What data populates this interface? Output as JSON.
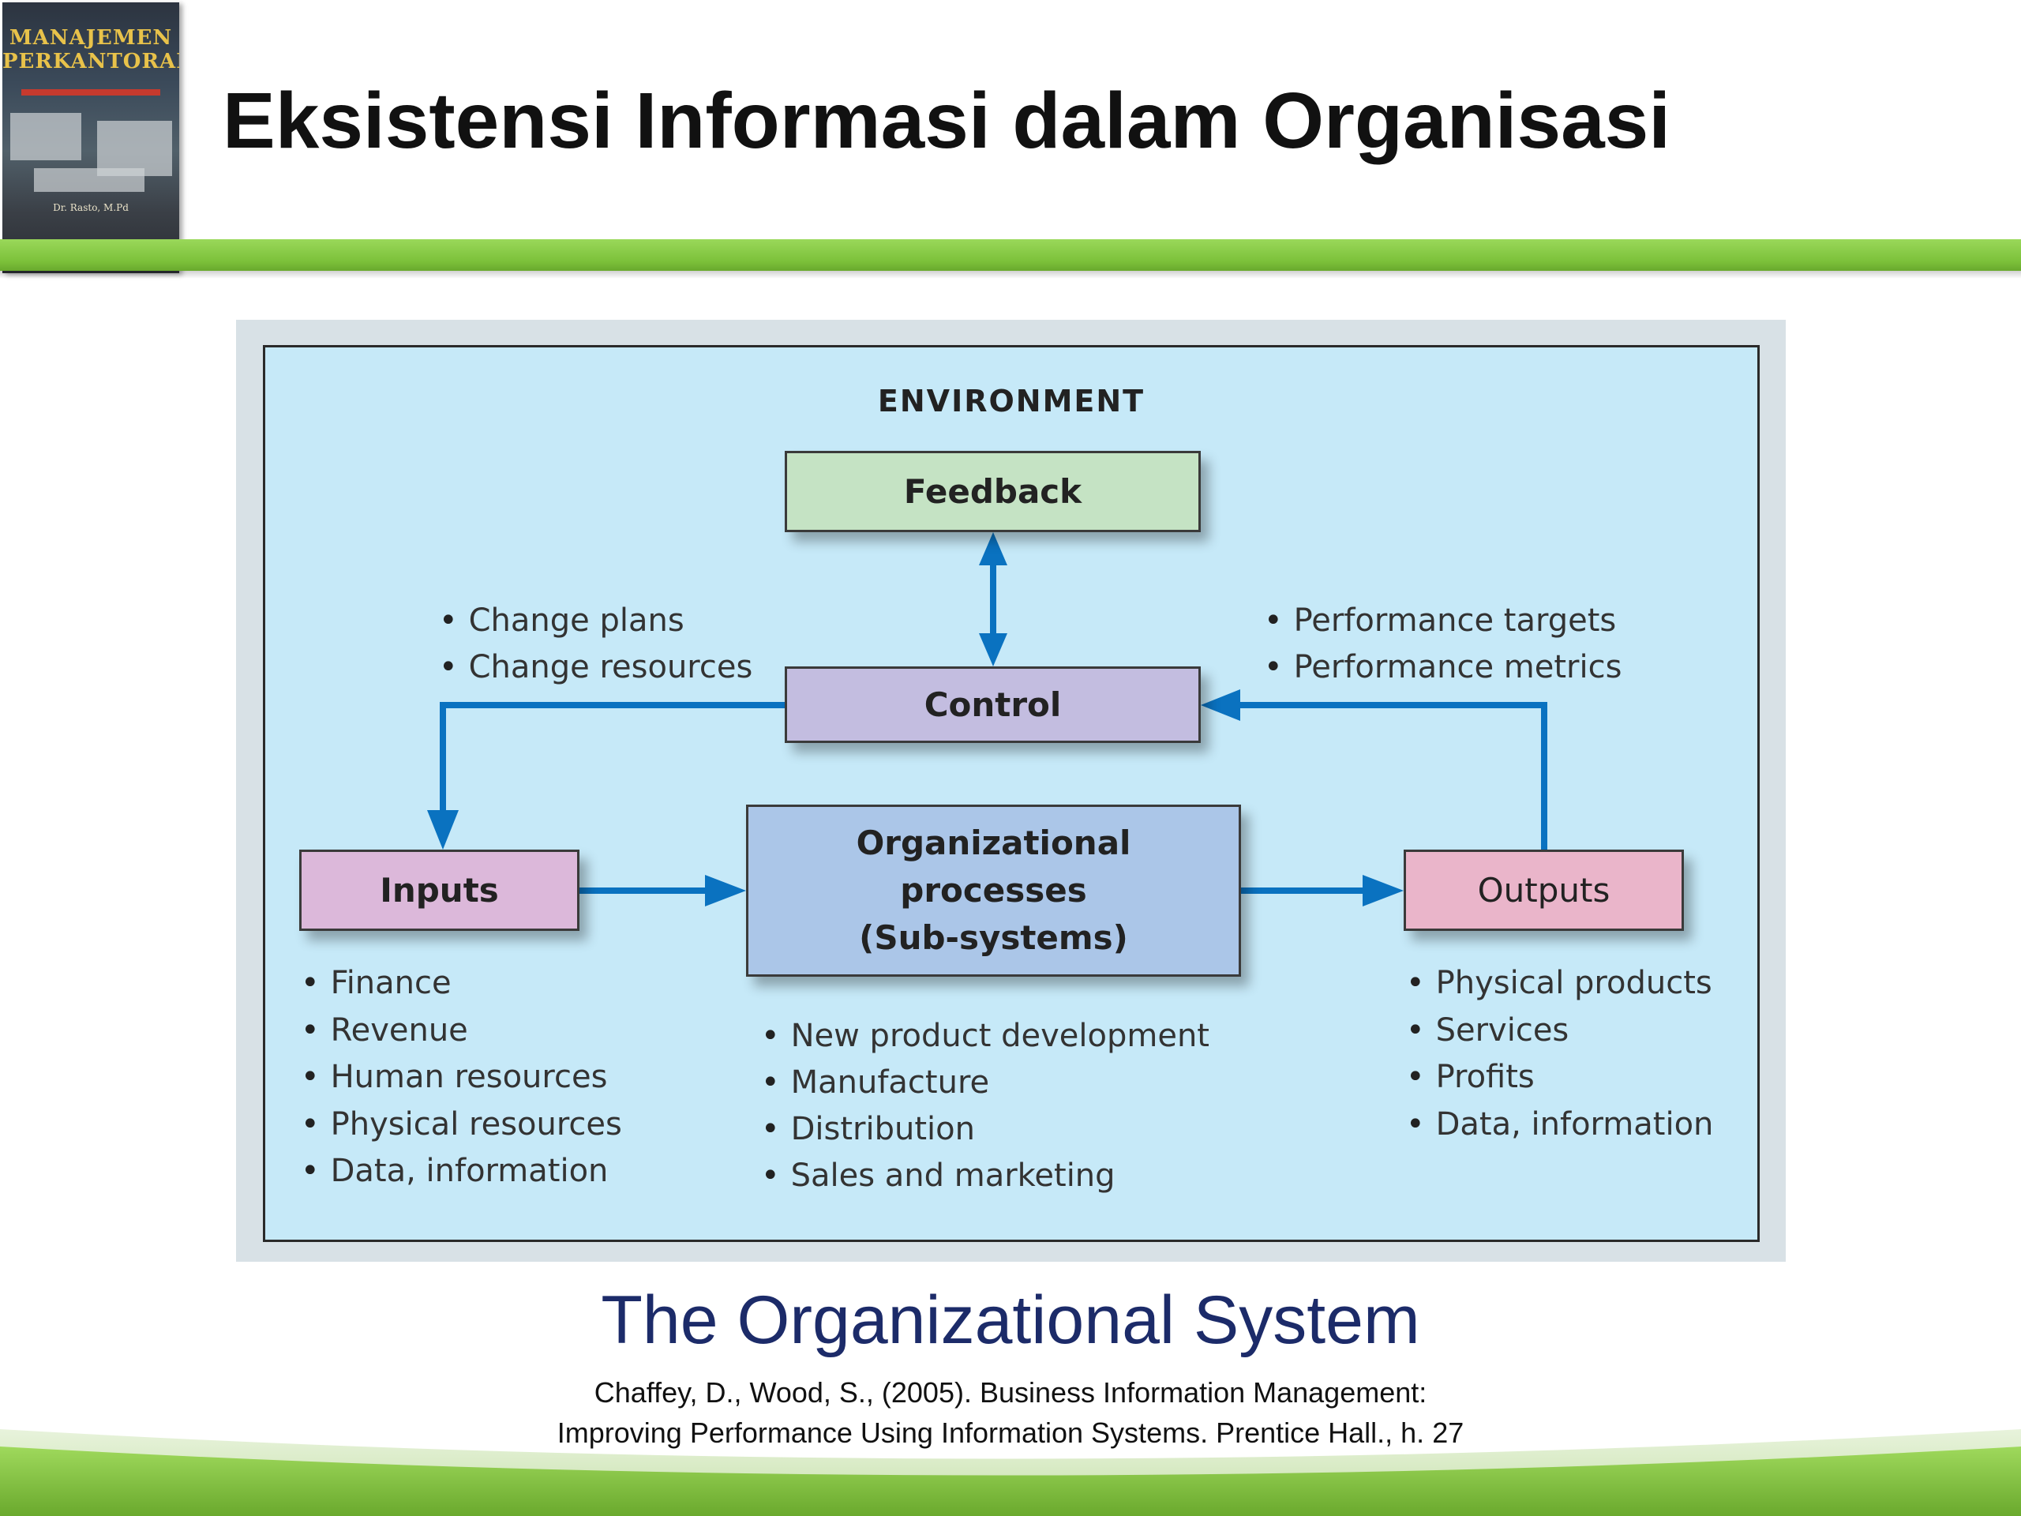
{
  "slide": {
    "title": "Eksistensi Informasi dalam Organisasi"
  },
  "book_cover": {
    "title_line1": "MANAJEMEN",
    "title_line2": "PERKANTORAN",
    "author": "Dr. Rasto, M.Pd"
  },
  "diagram": {
    "environment_label": "ENVIRONMENT",
    "nodes": {
      "feedback": "Feedback",
      "control": "Control",
      "inputs": "Inputs",
      "process_line1": "Organizational",
      "process_line2": "processes",
      "process_line3": "(Sub-systems)",
      "outputs": "Outputs"
    },
    "control_left_notes": [
      "Change plans",
      "Change resources"
    ],
    "control_right_notes": [
      "Performance targets",
      "Performance metrics"
    ],
    "inputs_list": [
      "Finance",
      "Revenue",
      "Human resources",
      "Physical resources",
      "Data, information"
    ],
    "process_list": [
      "New product development",
      "Manufacture",
      "Distribution",
      "Sales and marketing"
    ],
    "outputs_list": [
      "Physical products",
      "Services",
      "Profits",
      "Data, information"
    ],
    "colors": {
      "background": "#c6e9f8",
      "arrow": "#0a72c0",
      "feedback": "#c5e3c4",
      "control": "#c3bde0",
      "inputs": "#dcb8da",
      "process": "#abc6e8",
      "outputs": "#eab5ca"
    }
  },
  "caption": {
    "title": "The Organizational System",
    "citation_line1": "Chaffey, D., Wood, S., (2005). Business Information Management:",
    "citation_line2": "Improving Performance Using Information Systems. Prentice Hall., h. 27"
  },
  "theme": {
    "accent_green": "#7cc13a",
    "caption_blue": "#1c2b69"
  }
}
